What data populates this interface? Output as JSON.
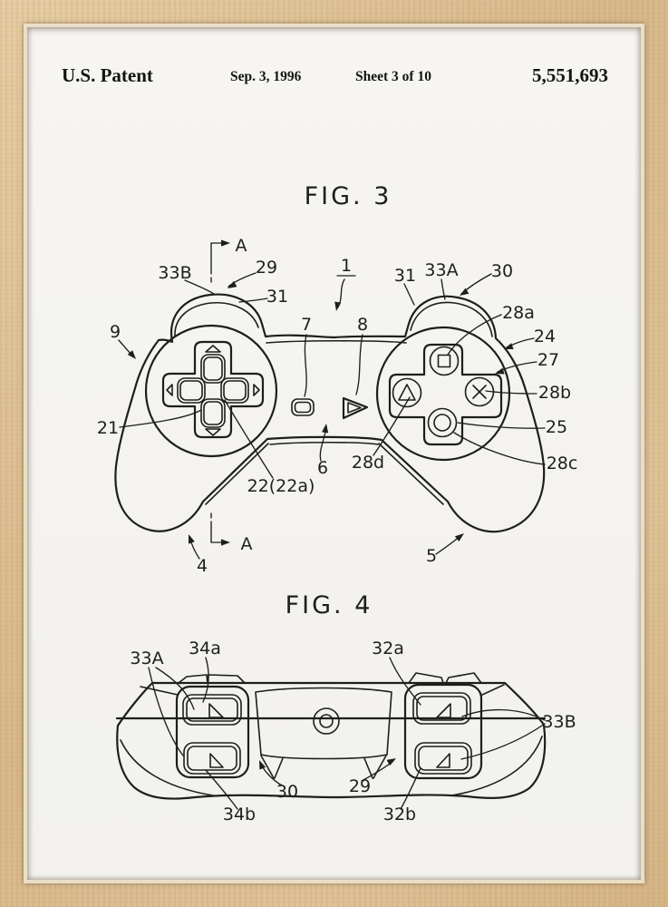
{
  "poster": {
    "type_label": "framed patent print",
    "frame_wood_color": "#d8b98c",
    "paper_color": "#f3f2ef",
    "ink_color": "#1e1e1c"
  },
  "header": {
    "office": "U.S. Patent",
    "date": "Sep. 3, 1996",
    "sheet": "Sheet 3 of 10",
    "number": "5,551,693"
  },
  "fig3": {
    "title": "FIG. 3",
    "labels": {
      "aTop": "A",
      "aBottom": "A",
      "n33B": "33B",
      "n29": "29",
      "n31L": "31",
      "n1": "1",
      "n31R": "31",
      "n33A": "33A",
      "n30": "30",
      "n28a": "28a",
      "n24": "24",
      "n27": "27",
      "n28b": "28b",
      "n25": "25",
      "n28c": "28c",
      "n28d": "28d",
      "n9": "9",
      "n7": "7",
      "n8": "8",
      "n21": "21",
      "n22": "22(22a)",
      "n6": "6",
      "n4": "4",
      "n5": "5"
    }
  },
  "fig4": {
    "title": "FIG. 4",
    "labels": {
      "n33A": "33A",
      "n34a": "34a",
      "n32a": "32a",
      "n33B": "33B",
      "n34b": "34b",
      "n30": "30",
      "n29": "29",
      "n32b": "32b"
    }
  }
}
